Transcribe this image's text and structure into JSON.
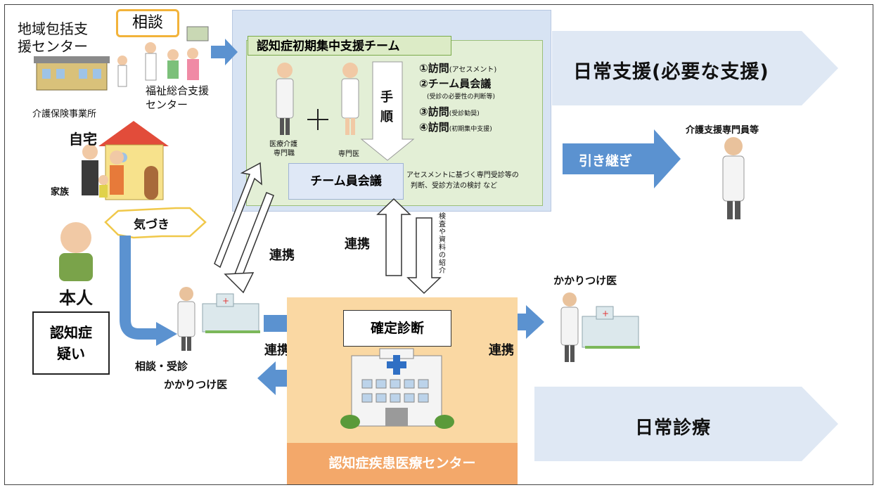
{
  "labels": {
    "community_center": [
      "地域包括支",
      "援センター"
    ],
    "consult": "相談",
    "welfare_center": [
      "福祉総合支援",
      "センター"
    ],
    "care_office": "介護保険事業所",
    "home": "自宅",
    "family": "家族",
    "notice": "気づき",
    "person": "本人",
    "suspect": [
      "認知症",
      "疑い"
    ],
    "team_title": "認知症初期集中支援チーム",
    "team_doc1": [
      "医療介護",
      "専門職"
    ],
    "team_doc2": "専門医",
    "procedure": [
      "手",
      "順"
    ],
    "steps": [
      "①訪問",
      "②チーム員会議",
      "③訪問",
      "④訪問"
    ],
    "steps_notes": [
      "(アセスメント)",
      "(受診の必要性の判断等)",
      "(受診勧奨)",
      "(初期集中支援)"
    ],
    "team_meeting": "チーム員会議",
    "meeting_note": [
      "アセスメントに基づく専門受診等の",
      "判断、受診方法の検討 など"
    ],
    "daily_support": "日常支援(必要な支援)",
    "care_manager": "介護支援専門員等",
    "handover": "引き継ぎ",
    "coop_left": "連携",
    "coop_mid": "連携",
    "exam_referral": [
      "検",
      "査",
      "や",
      "資",
      "料",
      "の",
      "紹",
      "介"
    ],
    "consult_visit": "相談・受診",
    "gp_left": "かかりつけ医",
    "coop_bottom_left": "連携",
    "diagnosis": "確定診断",
    "coop_bottom_right": "連携",
    "gp_right": "かかりつけ医",
    "daily_care": "日常診療",
    "center_name": "認知症疾患医療センター"
  },
  "colors": {
    "arrow_blue": "#5b92d0",
    "chevron_blue": "#dfe8f4",
    "team_bg": "#d7e3f3",
    "team_green": "#e3efd6",
    "center_bg": "#fad8a3",
    "center_bar": "#f3a86a",
    "consult_border": "#f2b33a"
  }
}
